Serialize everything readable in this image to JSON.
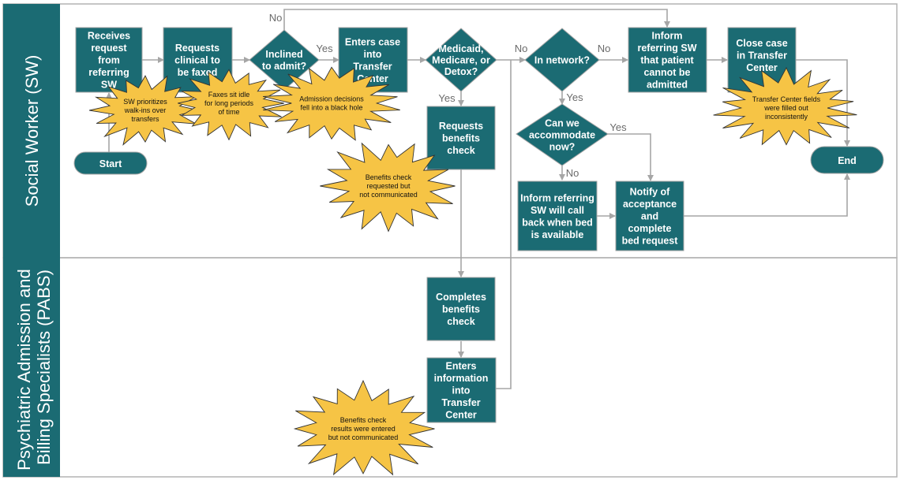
{
  "colors": {
    "lane_band": "#1b6b73",
    "node_fill": "#1b6b73",
    "connector": "#a6a6a6",
    "callout_fill": "#f6c445",
    "lane_border": "#b3b3b3"
  },
  "lanes": [
    {
      "label": "Social Worker (SW)"
    },
    {
      "label": "Psychiatric Admission and Billing Specialists (PABS)"
    }
  ],
  "nodes": {
    "start": "Start",
    "receives": [
      "Receives",
      "request",
      "from",
      "referring",
      "SW"
    ],
    "requests_clinical": [
      "Requests",
      "clinical to",
      "be faxed"
    ],
    "inclined": [
      "Inclined",
      "to admit?"
    ],
    "enters_case": [
      "Enters case",
      "into",
      "Transfer",
      "Center"
    ],
    "medicaid": [
      "Medicaid,",
      "Medicare, or",
      "Detox?"
    ],
    "requests_benefits": [
      "Requests",
      "benefits",
      "check"
    ],
    "in_network": [
      "In network?"
    ],
    "inform_cannot": [
      "Inform",
      "referring SW",
      "that patient",
      "cannot be",
      "admitted"
    ],
    "can_accommodate": [
      "Can we",
      "accommodate",
      "now?"
    ],
    "inform_call_back": [
      "Inform referring",
      "SW will call",
      "back when bed",
      "is available"
    ],
    "notify_acceptance": [
      "Notify of",
      "acceptance",
      "and",
      "complete",
      "bed request"
    ],
    "close_case": [
      "Close case",
      "in Transfer",
      "Center"
    ],
    "end": "End",
    "completes_benefits": [
      "Completes",
      "benefits",
      "check"
    ],
    "enters_info": [
      "Enters",
      "information",
      "into",
      "Transfer",
      "Center"
    ]
  },
  "edge_labels": {
    "inclined_no": "No",
    "inclined_yes": "Yes",
    "medicaid_yes": "Yes",
    "medicaid_no": "No",
    "network_no": "No",
    "network_yes": "Yes",
    "accommodate_yes": "Yes",
    "accommodate_no": "No"
  },
  "callouts": {
    "walkins": [
      "SW prioritizes",
      "walk-ins over",
      "transfers"
    ],
    "faxes": [
      "Faxes sit idle",
      "for long periods",
      "of time"
    ],
    "black_hole": [
      "Admission decisions",
      "fell into a black hole"
    ],
    "benefits_requested": [
      "Benefits check",
      "requested but",
      "not communicated"
    ],
    "tc_fields": [
      "Transfer Center fields",
      "were filled out",
      "inconsistently"
    ],
    "benefits_results": [
      "Benefits check",
      "results were entered",
      "but not communicated"
    ]
  }
}
